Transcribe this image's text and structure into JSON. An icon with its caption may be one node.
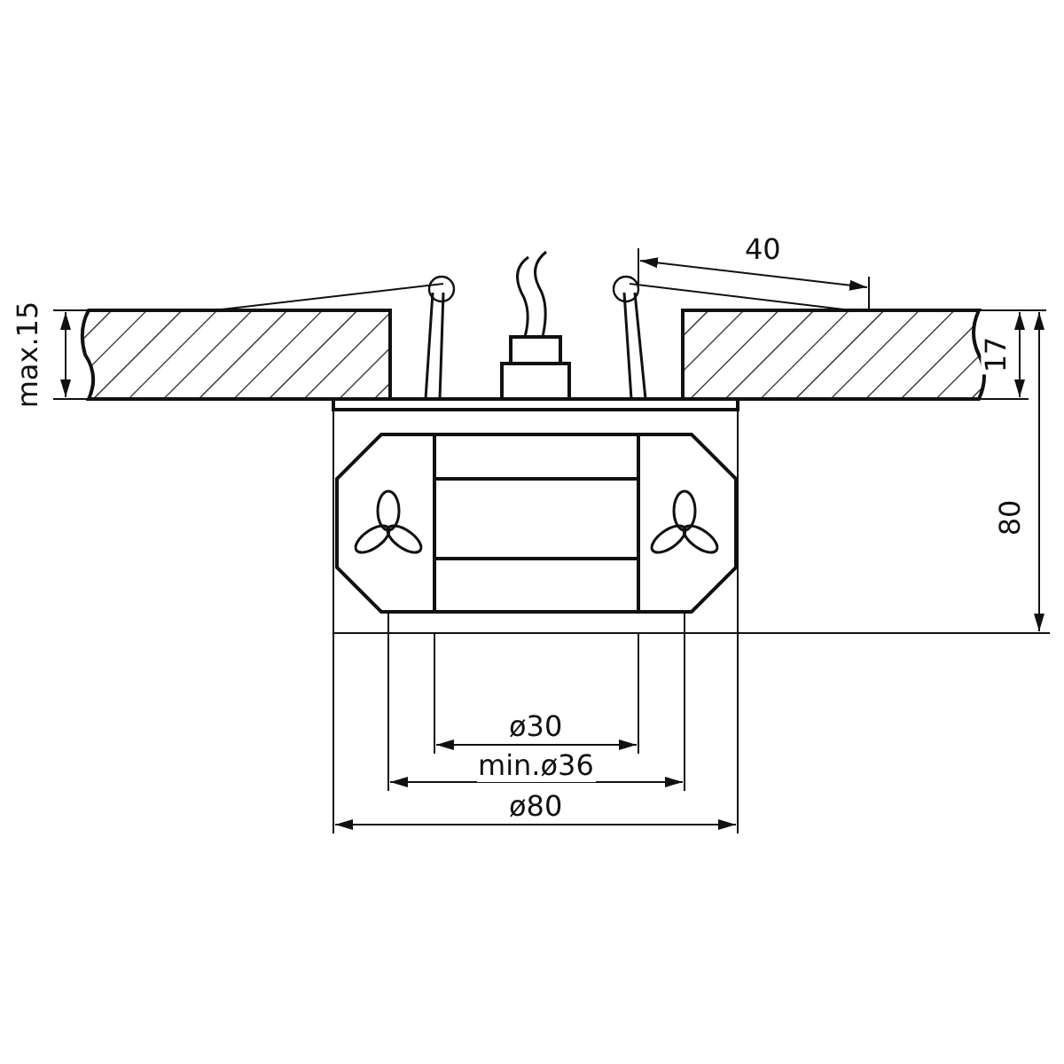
{
  "diagram": {
    "labels": [
      "max.15",
      "40",
      "17",
      "80",
      "ø30",
      "min.ø36",
      "ø80"
    ]
  }
}
